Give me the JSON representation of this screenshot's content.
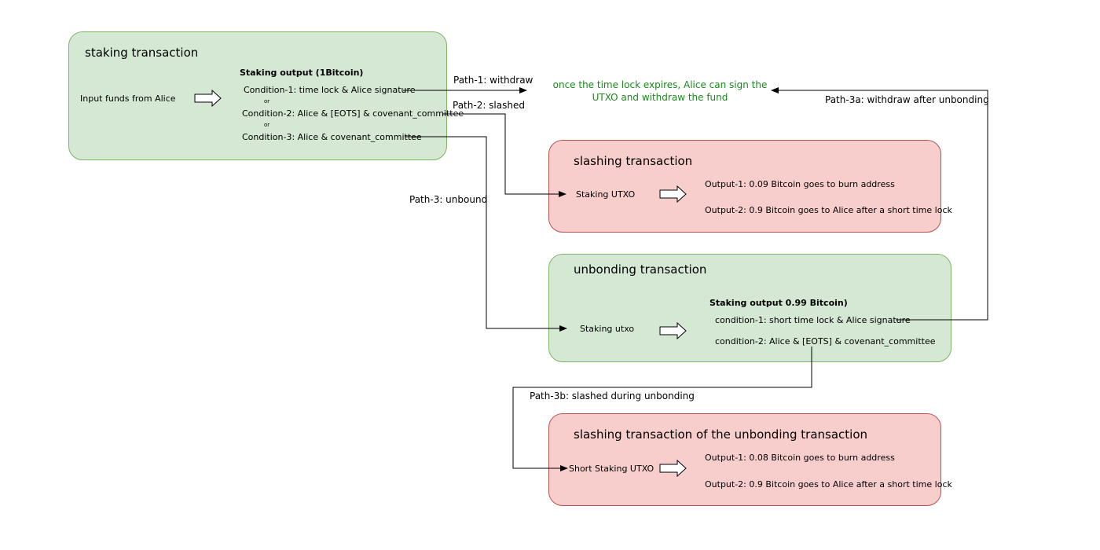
{
  "staking_tx": {
    "title": "staking transaction",
    "input_label": "Input funds from Alice",
    "output_title": "Staking output (1Bitcoin)",
    "condition_1": "Condition-1: time lock & Alice signature",
    "or_1": "or",
    "condition_2": "Condition-2: Alice & [EOTS] & covenant_committee",
    "or_2": "or",
    "condition_3": "Condition-3: Alice & covenant_committee"
  },
  "paths": {
    "path_1": "Path-1: withdraw",
    "path_2": "Path-2: slashed",
    "path_3": "Path-3: unbound",
    "path_3a": "Path-3a: withdraw after unbonding",
    "path_3b": "Path-3b: slashed during unbonding"
  },
  "withdraw_note": "once the time lock expires, Alice can sign the UTXO and withdraw the fund",
  "slashing_tx": {
    "title": "slashing transaction",
    "input_label": "Staking UTXO",
    "output_1": "Output-1: 0.09 Bitcoin goes to burn address",
    "output_2": "Output-2: 0.9 Bitcoin goes to Alice after a short time lock"
  },
  "unbonding_tx": {
    "title": "unbonding transaction",
    "input_label": "Staking utxo",
    "output_title": "Staking output 0.99 Bitcoin)",
    "condition_1": "condition-1: short time lock & Alice signature",
    "condition_2": "condition-2: Alice & [EOTS] & covenant_committee"
  },
  "unbonding_slashing_tx": {
    "title": "slashing transaction of the unbonding transaction",
    "input_label": "Short Staking UTXO",
    "output_1": "Output-1: 0.08 Bitcoin goes to burn address",
    "output_2": "Output-2: 0.9 Bitcoin goes to Alice after a short time lock"
  },
  "colors": {
    "green_fill": "#d5e8d4",
    "green_stroke": "#82b366",
    "red_fill": "#f8cecc",
    "red_stroke": "#b85450",
    "note_text": "#1a8a1a"
  }
}
